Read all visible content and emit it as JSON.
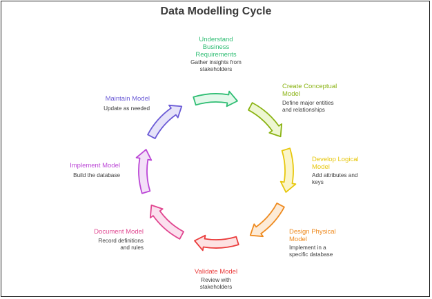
{
  "title": "Data Modelling Cycle",
  "steps": [
    {
      "label_lines": [
        "Understand",
        "Business",
        "Requirements"
      ],
      "desc_lines": [
        "Gather insights from",
        "stakeholders"
      ],
      "color": "#2ebd73",
      "fill": "#e3f8ea"
    },
    {
      "label_lines": [
        "Create Conceptual",
        "Model"
      ],
      "desc_lines": [
        "Define major entities",
        "and relationships"
      ],
      "color": "#8ab313",
      "fill": "#eef7d2"
    },
    {
      "label_lines": [
        "Develop Logical",
        "Model"
      ],
      "desc_lines": [
        "Add attributes and",
        "keys"
      ],
      "color": "#e7c70d",
      "fill": "#fbf5c8"
    },
    {
      "label_lines": [
        "Design Physical",
        "Model"
      ],
      "desc_lines": [
        "Implement in a",
        "specific database"
      ],
      "color": "#ee8a1f",
      "fill": "#fdebd7"
    },
    {
      "label_lines": [
        "Validate Model"
      ],
      "desc_lines": [
        "Review with",
        "stakeholders"
      ],
      "color": "#ea3b3b",
      "fill": "#fde2e2"
    },
    {
      "label_lines": [
        "Document Model"
      ],
      "desc_lines": [
        "Record definitions",
        "and rules"
      ],
      "color": "#e0458f",
      "fill": "#fbe0ee"
    },
    {
      "label_lines": [
        "Implement Model"
      ],
      "desc_lines": [
        "Build the database"
      ],
      "color": "#bb46d6",
      "fill": "#f3e0f8"
    },
    {
      "label_lines": [
        "Maintain Model"
      ],
      "desc_lines": [
        "Update as needed"
      ],
      "color": "#6b5bd6",
      "fill": "#e6e3f9"
    }
  ]
}
